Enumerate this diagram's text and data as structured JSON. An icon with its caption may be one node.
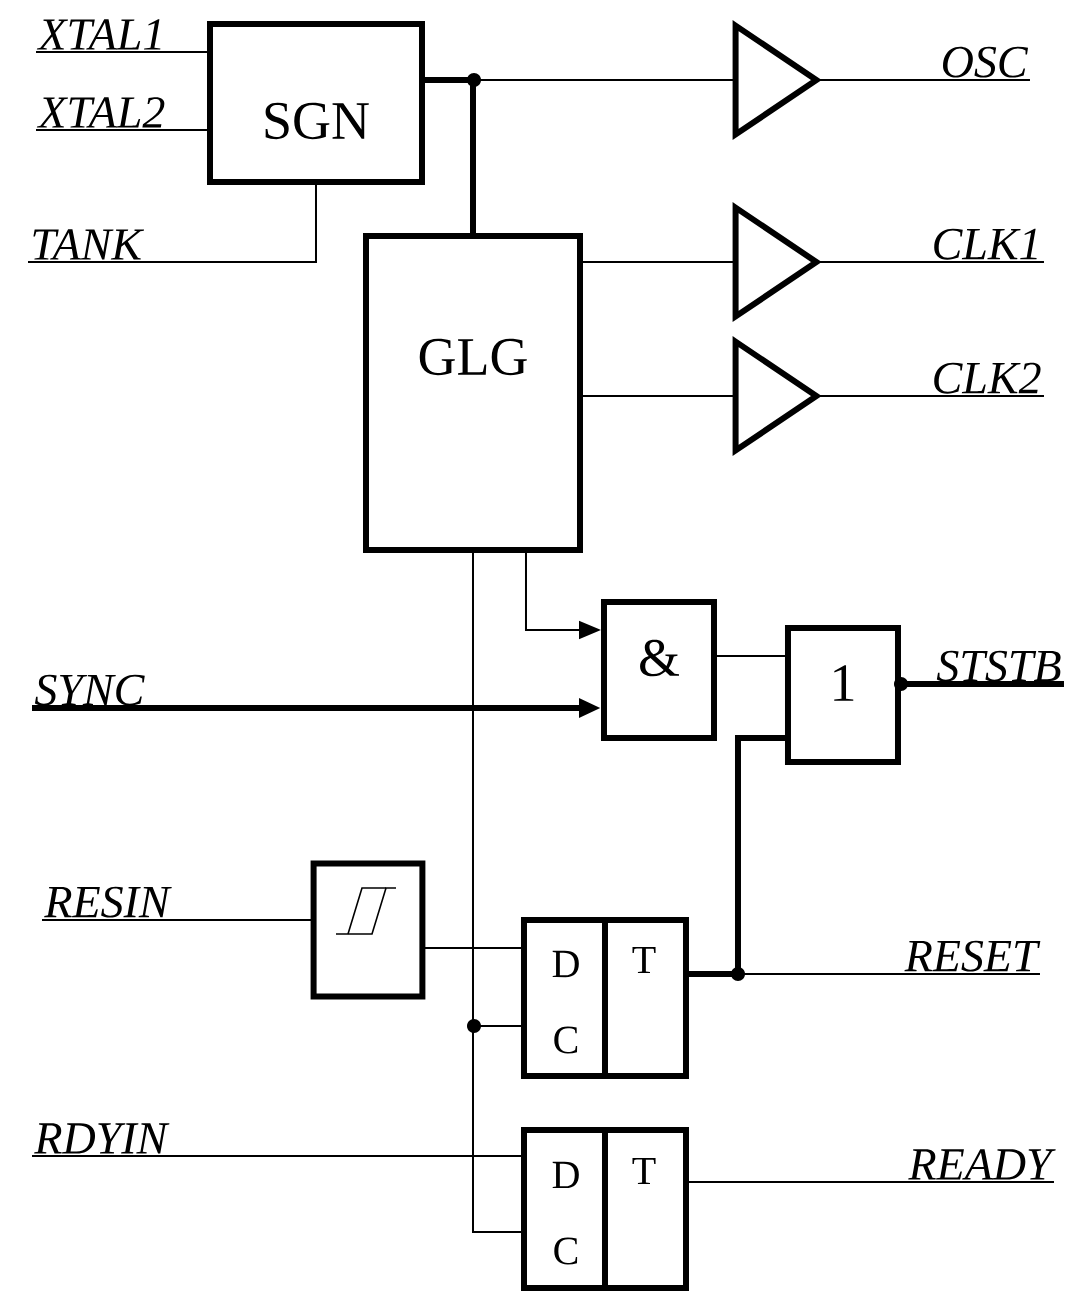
{
  "diagram": {
    "nodes": [
      {
        "text": [
          "XTAL1"
        ]
      },
      {
        "text": [
          "XTAL2"
        ]
      },
      {
        "text": [
          "TANK"
        ]
      },
      {
        "text": [
          "SGN"
        ]
      },
      {
        "text": [
          "GLG"
        ]
      },
      {
        "text": [],
        "shape": "triangle"
      },
      {
        "text": [],
        "shape": "triangle"
      },
      {
        "text": [],
        "shape": "triangle"
      },
      {
        "text": [
          "OSC"
        ]
      },
      {
        "text": [
          "CLK1"
        ]
      },
      {
        "text": [
          "CLK2"
        ]
      },
      {
        "text": [
          "&"
        ]
      },
      {
        "text": [
          "1"
        ]
      },
      {
        "text": [
          "STSTB"
        ]
      },
      {
        "text": [
          "SYNC"
        ]
      },
      {
        "text": [
          "RESIN"
        ]
      },
      {
        "text": [],
        "shape": "box"
      },
      {
        "text": [
          "D",
          "C",
          "T"
        ]
      },
      {
        "text": [
          "RESET"
        ]
      },
      {
        "text": [
          "RDYIN"
        ]
      },
      {
        "text": [
          "D",
          "C",
          "T"
        ]
      },
      {
        "text": [
          "READY"
        ]
      }
    ],
    "edges": [
      {
        "from": 0,
        "to": 3,
        "arrow": "none"
      },
      {
        "from": 1,
        "to": 3,
        "arrow": "none"
      },
      {
        "from": 2,
        "to": 3,
        "arrow": "none"
      },
      {
        "from": 3,
        "to": 5,
        "arrow": "none"
      },
      {
        "from": 3,
        "to": 4,
        "arrow": "none",
        "style": "thick"
      },
      {
        "from": 5,
        "to": 8,
        "arrow": "none"
      },
      {
        "from": 4,
        "to": 6,
        "arrow": "none"
      },
      {
        "from": 6,
        "to": 9,
        "arrow": "none"
      },
      {
        "from": 4,
        "to": 7,
        "arrow": "none"
      },
      {
        "from": 7,
        "to": 10,
        "arrow": "none"
      },
      {
        "from": 4,
        "to": 11,
        "arrow": "to"
      },
      {
        "from": 14,
        "to": 11,
        "arrow": "to",
        "style": "thick"
      },
      {
        "from": 11,
        "to": 12,
        "arrow": "none"
      },
      {
        "from": 12,
        "to": 13,
        "arrow": "other",
        "style": "thick"
      },
      {
        "from": 15,
        "to": 16,
        "arrow": "none"
      },
      {
        "from": 16,
        "to": 17,
        "arrow": "none"
      },
      {
        "from": 4,
        "to": 17,
        "arrow": "none"
      },
      {
        "from": 4,
        "to": 20,
        "arrow": "none"
      },
      {
        "from": 17,
        "to": 18,
        "arrow": "none"
      },
      {
        "from": 17,
        "to": 12,
        "arrow": "none",
        "style": "thick"
      },
      {
        "from": 19,
        "to": 20,
        "arrow": "none"
      },
      {
        "from": 20,
        "to": 21,
        "arrow": "none"
      }
    ]
  }
}
